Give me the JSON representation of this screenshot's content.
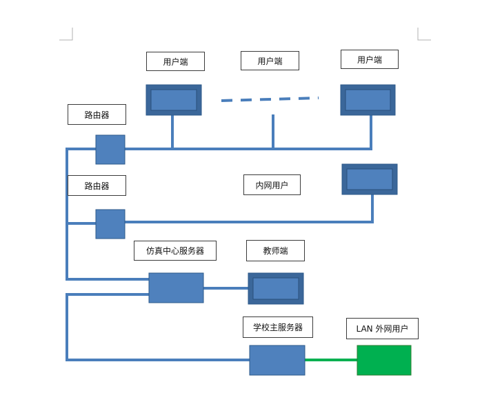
{
  "colors": {
    "line": "#4a7ebb",
    "node_fill": "#4f81bd",
    "node_stroke": "#2e5a8a",
    "monitor_bevel": "#3b679a",
    "external_link": "#00b050",
    "external_node": "#00b050"
  },
  "nodes": {
    "client_left": {
      "label": "用户端"
    },
    "client_middle": {
      "label": "用户端"
    },
    "client_right": {
      "label": "用户端"
    },
    "router_top": {
      "label": "路由器"
    },
    "router_bottom": {
      "label": "路由器"
    },
    "intranet_user": {
      "label": "内网用户"
    },
    "simulation_server": {
      "label": "仿真中心服务器"
    },
    "teacher_client": {
      "label": "教师端"
    },
    "school_main_server": {
      "label": "学校主服务器"
    },
    "lan_external_user": {
      "label": "LAN 外网用户"
    }
  }
}
